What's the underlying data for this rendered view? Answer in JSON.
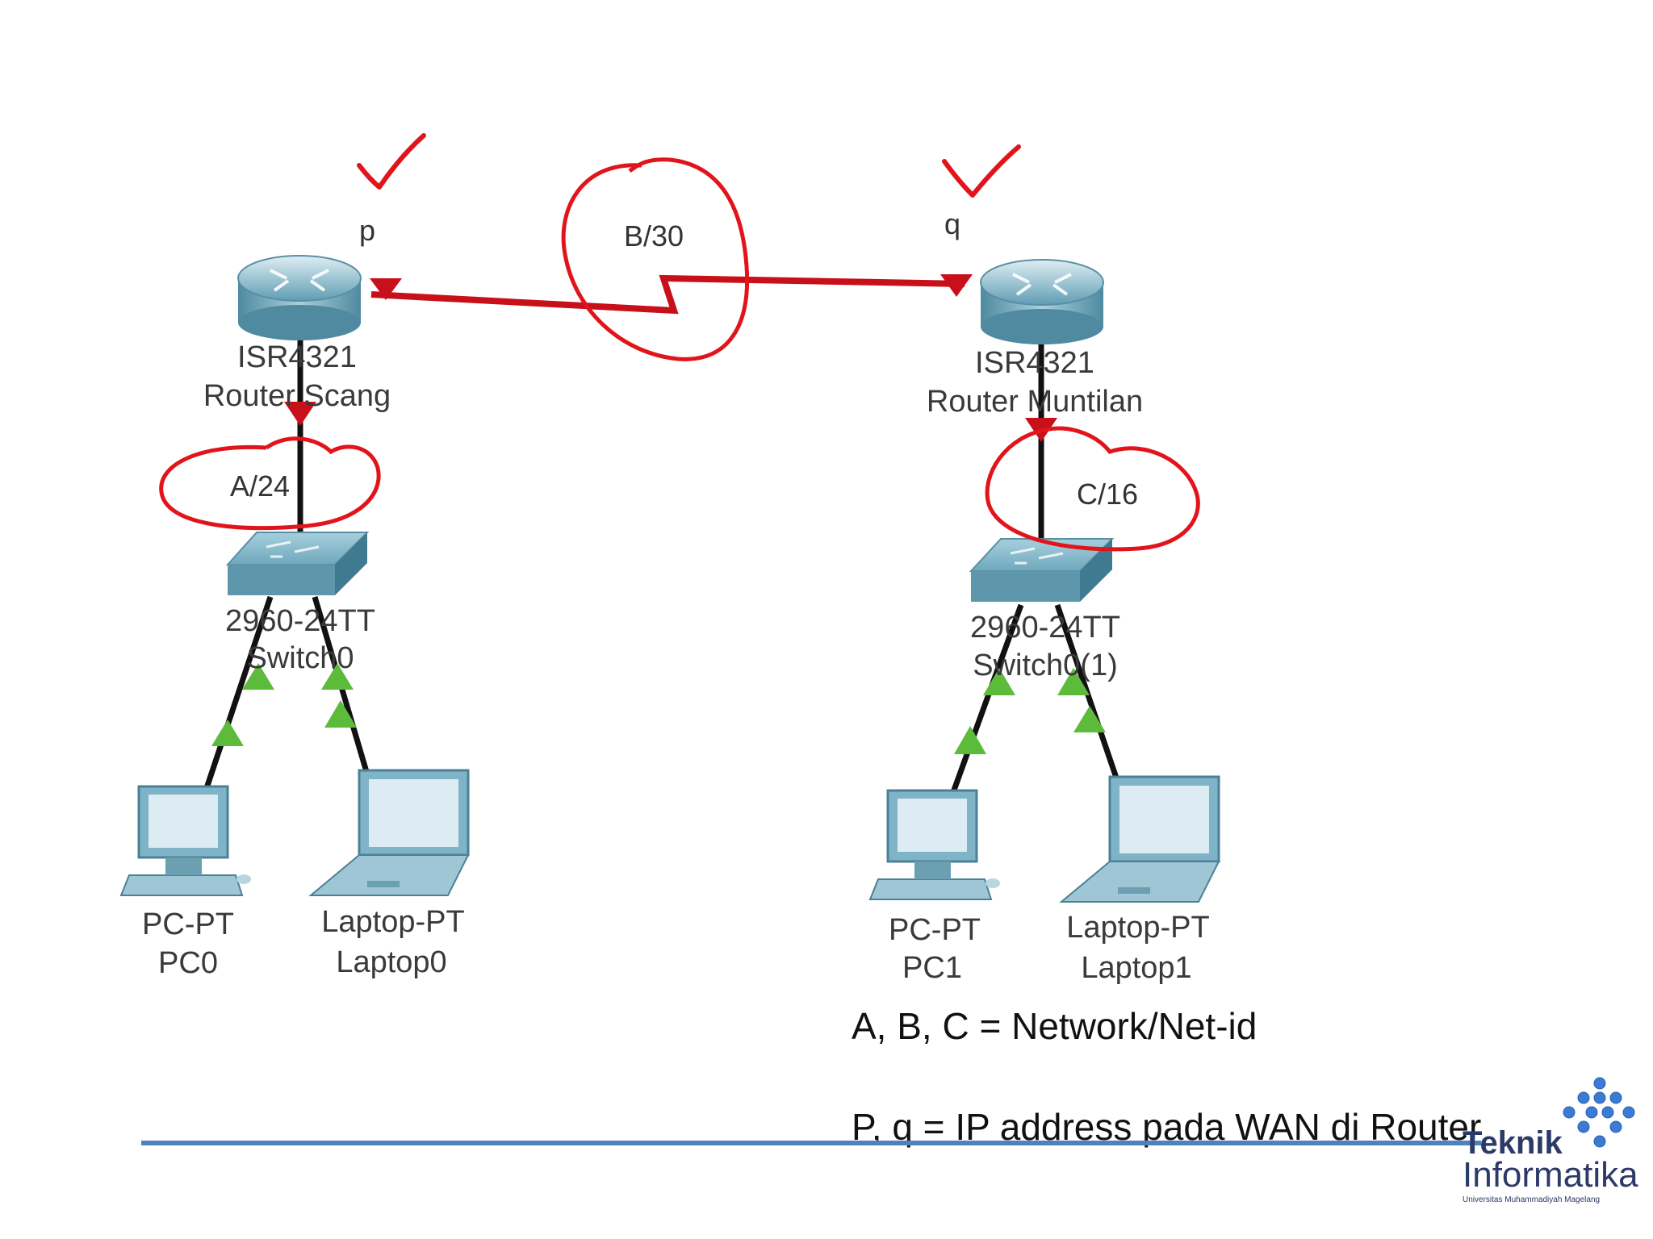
{
  "colors": {
    "annotation": "#e2141b",
    "cable": "#111111",
    "link_down": "#c8101a",
    "link_up": "#5dbb3b",
    "device": "#6aa7bd",
    "footer_rule": "#4f81bd",
    "logo": "#2b3a67"
  },
  "devices": {
    "router_left": {
      "model": "ISR4321",
      "name": "Router Scang",
      "icon": "router-icon"
    },
    "router_right": {
      "model": "ISR4321",
      "name": "Router Muntilan",
      "icon": "router-icon"
    },
    "switch_left": {
      "model": "2960-24TT",
      "name": "Switch0",
      "icon": "switch-icon"
    },
    "switch_right": {
      "model": "2960-24TT",
      "name": "Switch0(1)",
      "icon": "switch-icon"
    },
    "pc_left": {
      "model": "PC-PT",
      "name": "PC0",
      "icon": "pc-icon"
    },
    "laptop_left": {
      "model": "Laptop-PT",
      "name": "Laptop0",
      "icon": "laptop-icon"
    },
    "pc_right": {
      "model": "PC-PT",
      "name": "PC1",
      "icon": "pc-icon"
    },
    "laptop_right": {
      "model": "Laptop-PT",
      "name": "Laptop1",
      "icon": "laptop-icon"
    }
  },
  "annotations": {
    "p": "p",
    "q": "q",
    "b": "B/30",
    "a": "A/24",
    "c": "C/16"
  },
  "legend": {
    "line1": "A, B, C = Network/Net-id",
    "line2": "P, q = IP address pada WAN di Router"
  },
  "logo": {
    "line1": "Teknik",
    "line2": "Informatika",
    "line3": "Universitas Muhammadiyah Magelang"
  }
}
